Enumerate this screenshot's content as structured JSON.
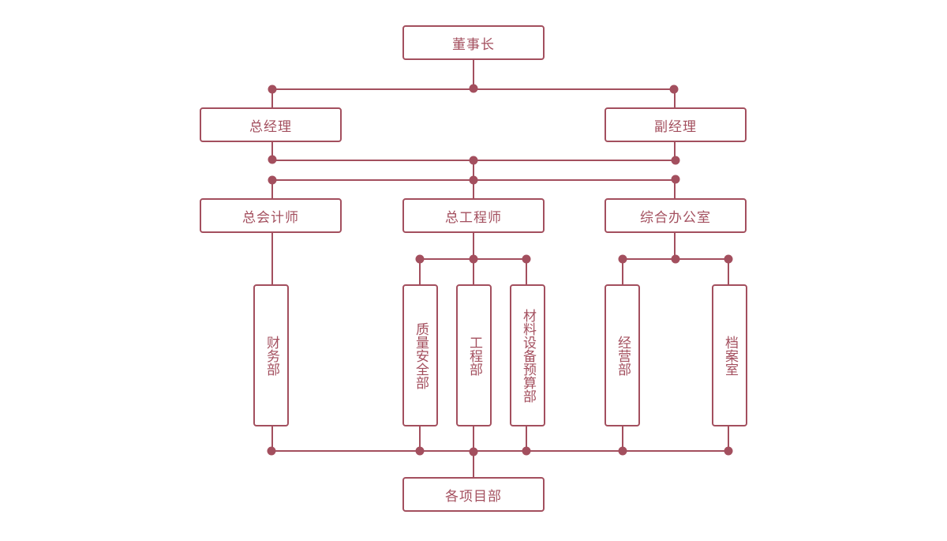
{
  "colors": {
    "line": "#a34f5e",
    "text": "#a34f5e",
    "box_bg": "#ffffff"
  },
  "nodes": {
    "chairman": "董事长",
    "general_manager": "总经理",
    "deputy_manager": "副经理",
    "chief_accountant": "总会计师",
    "chief_engineer": "总工程师",
    "general_office": "综合办公室",
    "finance_dept": "财务部",
    "quality_safety_dept": "质量安全部",
    "engineering_dept": "工程部",
    "materials_budget_dept": "材料设备预算部",
    "operations_dept": "经营部",
    "archives_office": "档案室",
    "project_depts": "各项目部"
  }
}
